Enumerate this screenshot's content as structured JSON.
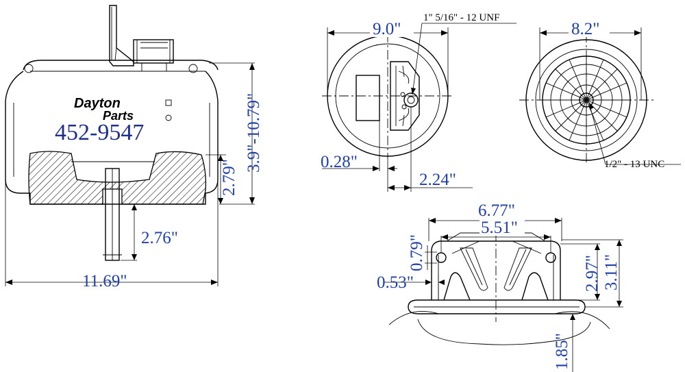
{
  "part_number": "452-9547",
  "brand": {
    "line1": "Dayton",
    "line2": "Parts"
  },
  "side_view": {
    "height_range": "3.9\"-10.79\"",
    "piston_height": "2.79\"",
    "stud_length": "2.76\"",
    "overall_width": "11.69\""
  },
  "top_view": {
    "diameter": "9.0\"",
    "thread": "1\" 5/16\" - 12 UNF",
    "offset_small": "0.28\"",
    "offset_large": "2.24\""
  },
  "bottom_view": {
    "diameter": "8.2\"",
    "thread": "1/2\" - 13 UNC"
  },
  "bracket_view": {
    "outer_width": "6.77\"",
    "hole_spacing": "5.51\"",
    "hole_vertical": "0.79\"",
    "edge_offset": "0.53\"",
    "height_a": "2.97\"",
    "height_b": "3.11\"",
    "depth": "1.85\""
  },
  "colors": {
    "dimension_text": "#1f3fae",
    "part_number": "#1f2f8c",
    "line": "#000000"
  }
}
